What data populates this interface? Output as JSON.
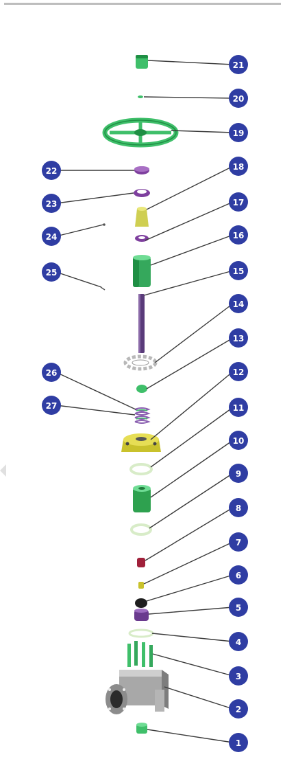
{
  "diagram": {
    "type": "exploded parts diagram",
    "colors": {
      "callout_fill": "#2f3da3",
      "callout_text": "#ffffff",
      "leader_line": "#3a3a3a",
      "part_green": "#3fbf6a",
      "part_green_dark": "#1f8f44",
      "part_purple": "#7e3f9e",
      "part_yellow": "#d8d23a",
      "part_gray": "#9a9a9a",
      "part_dark": "#222222",
      "part_red": "#a0203a",
      "ring_pale": "#e6f3dc"
    },
    "callouts": [
      {
        "label": "21"
      },
      {
        "label": "20"
      },
      {
        "label": "19"
      },
      {
        "label": "22"
      },
      {
        "label": "18"
      },
      {
        "label": "23"
      },
      {
        "label": "17"
      },
      {
        "label": "24"
      },
      {
        "label": "16"
      },
      {
        "label": "25"
      },
      {
        "label": "15"
      },
      {
        "label": "14"
      },
      {
        "label": "13"
      },
      {
        "label": "26"
      },
      {
        "label": "12"
      },
      {
        "label": "27"
      },
      {
        "label": "11"
      },
      {
        "label": "10"
      },
      {
        "label": "9"
      },
      {
        "label": "8"
      },
      {
        "label": "7"
      },
      {
        "label": "6"
      },
      {
        "label": "5"
      },
      {
        "label": "4"
      },
      {
        "label": "3"
      },
      {
        "label": "2"
      },
      {
        "label": "1"
      }
    ]
  }
}
